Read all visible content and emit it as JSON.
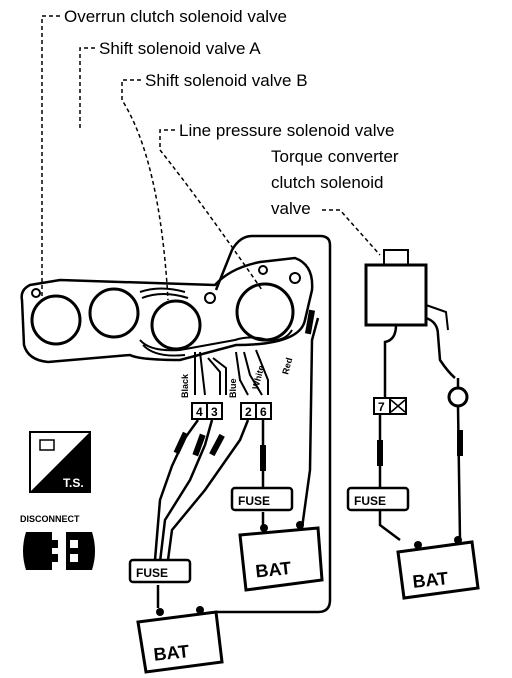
{
  "labels": {
    "overrun": "Overrun clutch solenoid valve",
    "shift_a": "Shift solenoid valve A",
    "shift_b": "Shift solenoid valve B",
    "line_pressure": "Line pressure solenoid valve",
    "tcc_1": "Torque converter",
    "tcc_2": "clutch solenoid",
    "tcc_3": "valve"
  },
  "wires": {
    "black": "Black",
    "blue": "Blue",
    "white": "White",
    "red": "Red"
  },
  "terminals": [
    "4",
    "3",
    "2",
    "6",
    "7"
  ],
  "fuse_label": "FUSE",
  "battery_label": "BAT",
  "icons": {
    "ts_text": "T.S.",
    "disconnect_text": "DISCONNECT"
  }
}
